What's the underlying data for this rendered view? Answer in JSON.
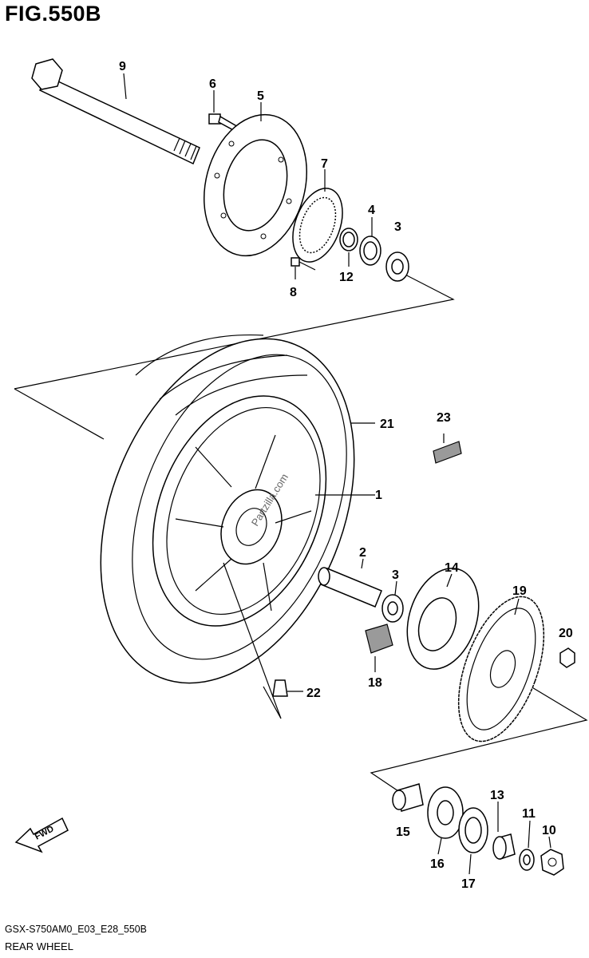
{
  "figure": {
    "title": "FIG.550B",
    "model_code": "GSX-S750AM0_E03_E28_550B",
    "name": "REAR WHEEL",
    "watermark": "Partzilla.com",
    "fwd_label": "FWD"
  },
  "callouts": [
    "1",
    "2",
    "3",
    "3",
    "4",
    "5",
    "6",
    "7",
    "8",
    "9",
    "10",
    "11",
    "12",
    "13",
    "14",
    "15",
    "16",
    "17",
    "18",
    "19",
    "20",
    "21",
    "22",
    "23"
  ],
  "parts": [
    {
      "ref": "1",
      "name": "rear wheel rim"
    },
    {
      "ref": "2",
      "name": "wheel spacer"
    },
    {
      "ref": "3",
      "name": "wheel bearing"
    },
    {
      "ref": "4",
      "name": "oil seal"
    },
    {
      "ref": "5",
      "name": "brake disc"
    },
    {
      "ref": "6",
      "name": "disc bolt"
    },
    {
      "ref": "7",
      "name": "sensor rotor"
    },
    {
      "ref": "8",
      "name": "rotor screw"
    },
    {
      "ref": "9",
      "name": "rear axle"
    },
    {
      "ref": "10",
      "name": "axle nut"
    },
    {
      "ref": "11",
      "name": "washer"
    },
    {
      "ref": "12",
      "name": "spacer"
    },
    {
      "ref": "13",
      "name": "spacer"
    },
    {
      "ref": "14",
      "name": "sprocket drum"
    },
    {
      "ref": "15",
      "name": "spacer"
    },
    {
      "ref": "16",
      "name": "bearing"
    },
    {
      "ref": "17",
      "name": "oil seal"
    },
    {
      "ref": "18",
      "name": "cushion"
    },
    {
      "ref": "19",
      "name": "rear sprocket"
    },
    {
      "ref": "20",
      "name": "sprocket nut"
    },
    {
      "ref": "21",
      "name": "tire"
    },
    {
      "ref": "22",
      "name": "valve"
    },
    {
      "ref": "23",
      "name": "balancer weight"
    }
  ]
}
